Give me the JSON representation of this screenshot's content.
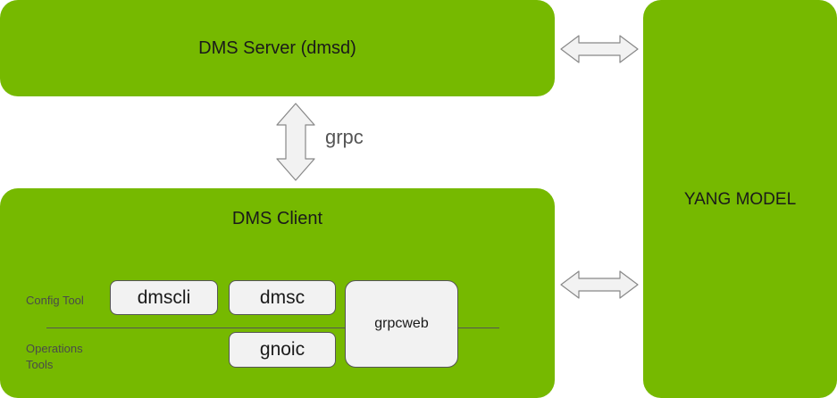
{
  "server": {
    "label": "DMS Server (dmsd)"
  },
  "grpc": {
    "label": "grpc"
  },
  "client": {
    "label": "DMS Client",
    "config_tool_label": "Config Tool",
    "operations_tools_label_line1": "Operations",
    "operations_tools_label_line2": "Tools",
    "tools": {
      "dmscli": "dmscli",
      "dmsc": "dmsc",
      "gnoic": "gnoic",
      "grpcweb": "grpcweb"
    }
  },
  "yang": {
    "label": "YANG MODEL"
  },
  "colors": {
    "green": "#76b900",
    "tool_box_fill": "#f2f2f2",
    "arrow_fill": "#f2f2f2",
    "arrow_stroke": "#888888"
  }
}
